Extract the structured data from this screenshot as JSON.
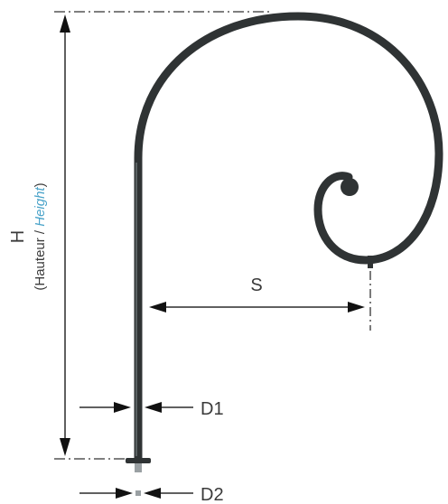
{
  "labels": {
    "height_main": "H",
    "height_sub_prefix": "(Hauteur / ",
    "height_sub_italic": "Height",
    "height_sub_suffix": ")",
    "spread": "S",
    "diameter_1": "D1",
    "diameter_2": "D2"
  },
  "colors": {
    "product": "#2f3334",
    "dimension_lines": "#2b2b2b",
    "text": "#3a3a3a",
    "italic_accent": "#4aa3c9",
    "base_plate": "#9aa0a3"
  }
}
